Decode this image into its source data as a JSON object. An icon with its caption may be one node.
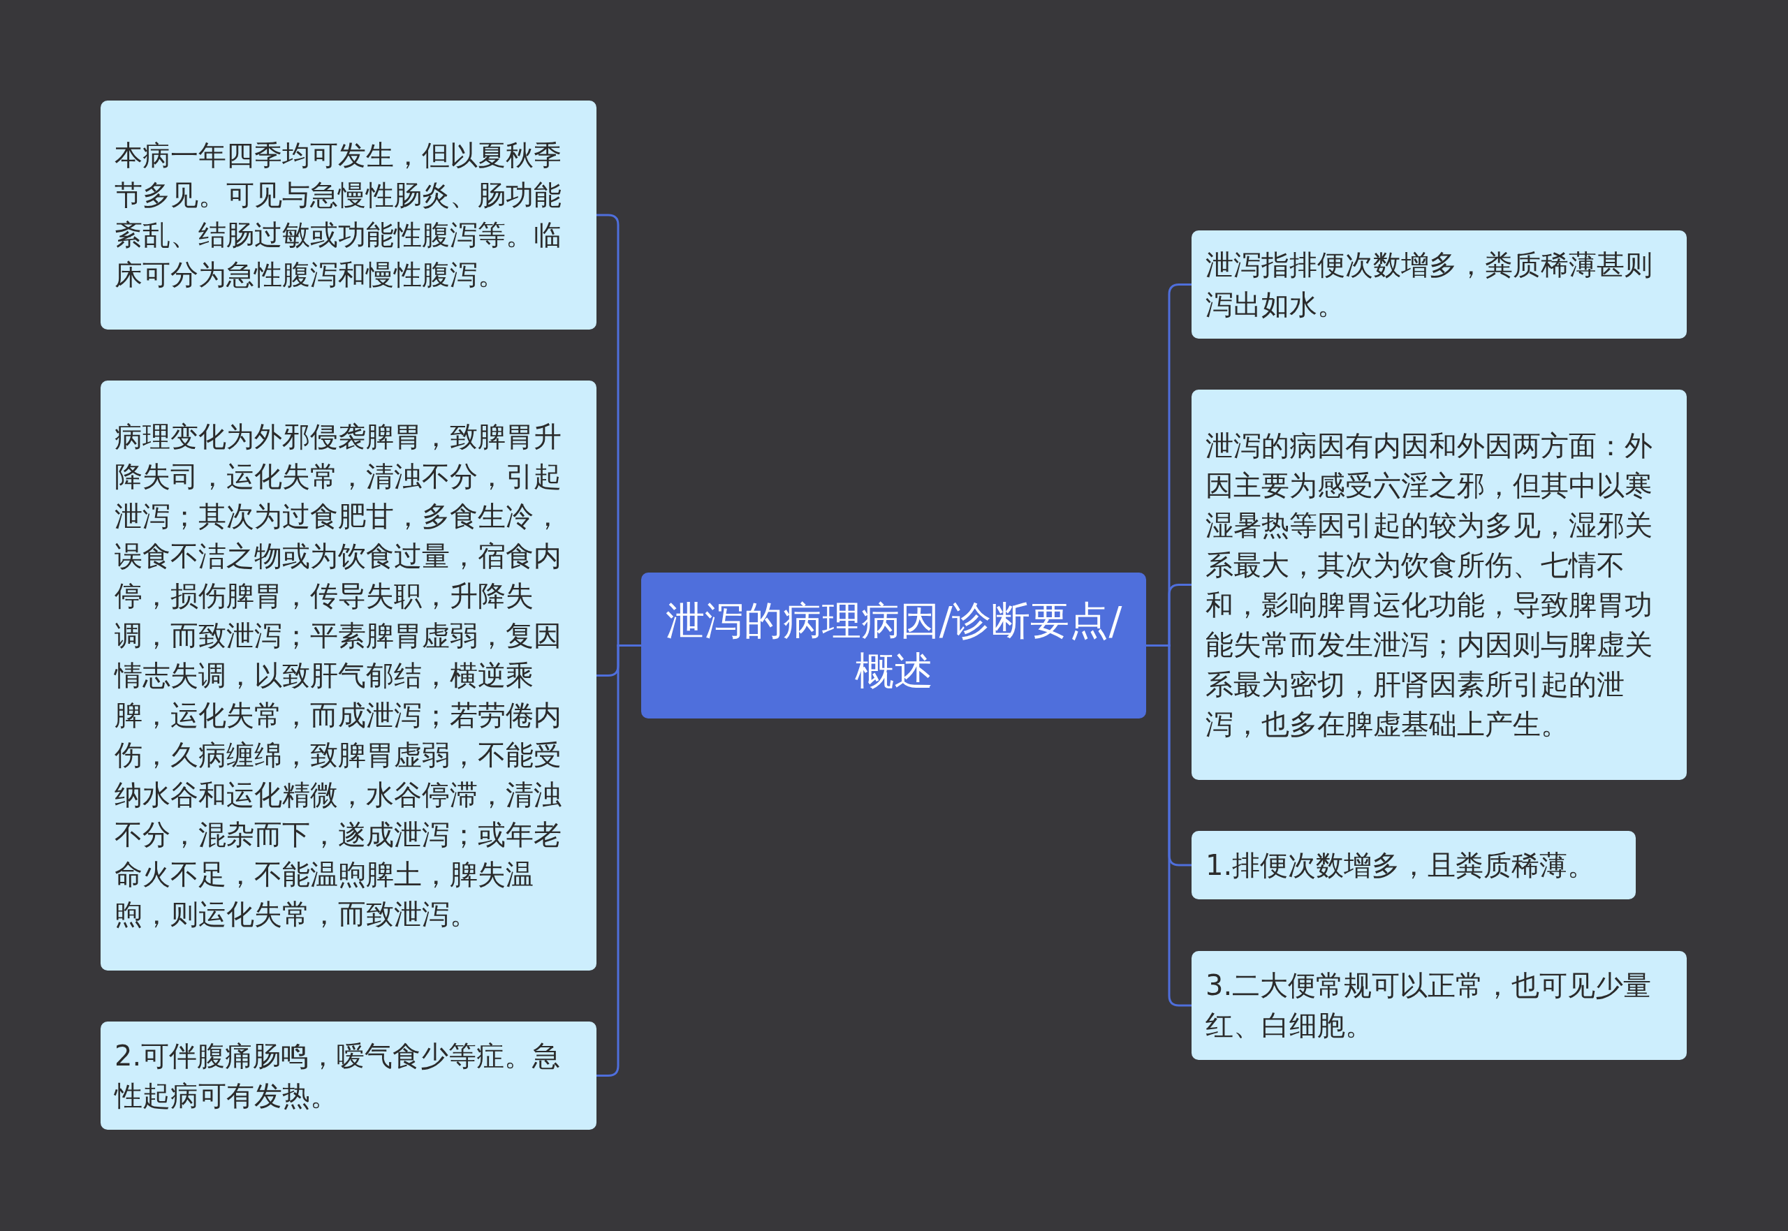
{
  "diagram": {
    "nodes": [
      {
        "text": [
          "泄泻的病理病因/诊断要点/概述"
        ]
      },
      {
        "text": [
          "本病一年四季均可发生，但以夏秋季节多见。可见与急慢性肠炎、肠功能紊乱、结肠过敏或功能性腹泻等。临床可分为急性腹泻和慢性腹泻。"
        ]
      },
      {
        "text": [
          "病理变化为外邪侵袭脾胃，致脾胃升降失司，运化失常，清浊不分，引起泄泻；其次为过食肥甘，多食生冷，误食不洁之物或为饮食过量，宿食内停，损伤脾胃，传导失职，升降失调，而致泄泻；平素脾胃虚弱，复因情志失调，以致肝气郁结，横逆乘脾，运化失常，而成泄泻；若劳倦内伤，久病缠绵，致脾胃虚弱，不能受纳水谷和运化精微，水谷停滞，清浊不分，混杂而下，遂成泄泻；或年老命火不足，不能温煦脾土，脾失温煦，则运化失常，而致泄泻。"
        ]
      },
      {
        "text": [
          "2.可伴腹痛肠鸣，嗳气食少等症。急性起病可有发热。"
        ]
      },
      {
        "text": [
          "泄泻指排便次数增多，粪质稀薄甚则泻出如水。"
        ]
      },
      {
        "text": [
          "泄泻的病因有内因和外因两方面：外因主要为感受六淫之邪，但其中以寒湿暑热等因引起的较为多见，湿邪关系最大，其次为饮食所伤、七情不和，影响脾胃运化功能，导致脾胃功能失常而发生泄泻；内因则与脾虚关系最为密切，肝肾因素所引起的泄泻，也多在脾虚基础上产生。"
        ]
      },
      {
        "text": [
          "1.排便次数增多，且粪质稀薄。"
        ]
      },
      {
        "text": [
          "3.二大便常规可以正常，也可见少量红、白细胞。"
        ]
      }
    ],
    "edges": [
      {
        "from": 0,
        "to": 1,
        "arrow": "none"
      },
      {
        "from": 0,
        "to": 2,
        "arrow": "none"
      },
      {
        "from": 0,
        "to": 3,
        "arrow": "none"
      },
      {
        "from": 0,
        "to": 4,
        "arrow": "none"
      },
      {
        "from": 0,
        "to": 5,
        "arrow": "none"
      },
      {
        "from": 0,
        "to": 6,
        "arrow": "none"
      },
      {
        "from": 0,
        "to": 7,
        "arrow": "none"
      }
    ]
  }
}
